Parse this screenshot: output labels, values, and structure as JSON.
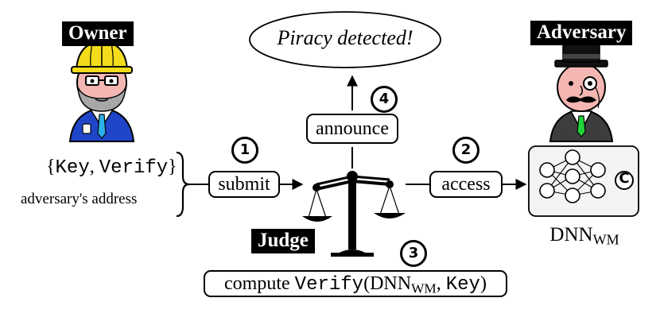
{
  "roles": {
    "owner": "Owner",
    "adversary": "Adversary",
    "judge": "Judge"
  },
  "owner_inputs": {
    "brace_open": "{",
    "key": "Key",
    "comma": ", ",
    "verify": "Verify",
    "brace_close": "}",
    "address": "adversary's address"
  },
  "steps": {
    "s1": {
      "number": "1",
      "label": "submit"
    },
    "s2": {
      "number": "2",
      "label": "access"
    },
    "s3": {
      "number": "3",
      "prefix": "compute ",
      "func": "Verify",
      "open": "(DNN",
      "sub": "WM",
      "comma": ", ",
      "key": "Key",
      "close": ")"
    },
    "s4": {
      "number": "4",
      "label": "announce"
    }
  },
  "result": "Piracy detected!",
  "model": {
    "name": "DNN",
    "sub": "WM",
    "copyright_mark": "C"
  },
  "colors": {
    "owner_helmet": "#f2dc1b",
    "owner_face": "#f4b6b2",
    "owner_beard": "#a7a7a7",
    "owner_coat": "#1f45c8",
    "owner_tie": "#2ab0e8",
    "adversary_face": "#f4b6b2",
    "adversary_tie": "#22d33a",
    "adversary_coat": "#3d3d3d",
    "model_panel": "#f4f4f4"
  }
}
